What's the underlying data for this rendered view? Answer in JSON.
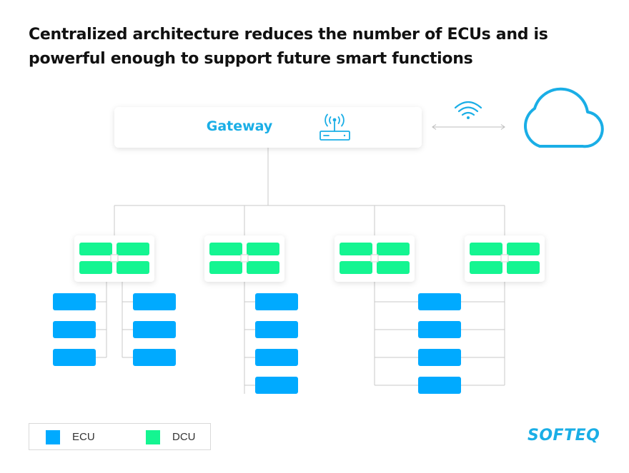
{
  "title": {
    "line1": "Centralized architecture reduces the number of ECUs and is",
    "line2": "powerful enough to support future smart functions"
  },
  "gateway": {
    "label": "Gateway"
  },
  "legend": {
    "ecu_label": "ECU",
    "dcu_label": "DCU"
  },
  "brand": "SOFTEQ",
  "colors": {
    "ecu": "#00aaff",
    "dcu": "#14f591",
    "accent": "#1aaee6",
    "connector": "#c8c8c8"
  },
  "icons": [
    "router-icon",
    "wifi-icon",
    "cloud-icon"
  ]
}
